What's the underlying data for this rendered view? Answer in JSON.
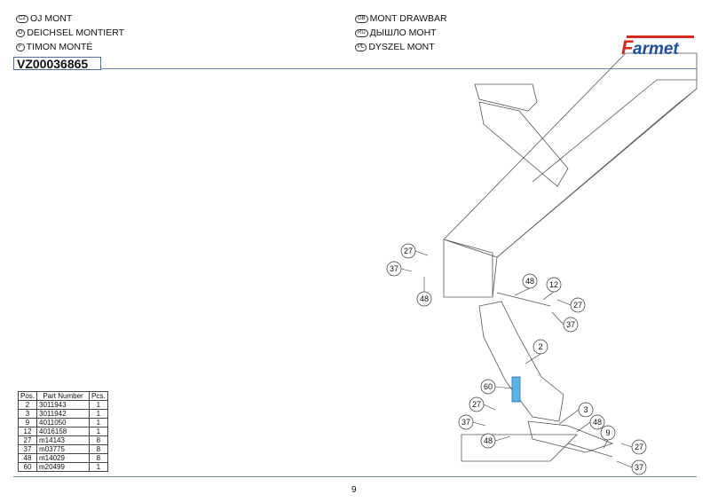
{
  "titles": {
    "cz": {
      "badge": "CZ",
      "text": "OJ MONT"
    },
    "d": {
      "badge": "D",
      "text": "DEICHSEL MONTIERT"
    },
    "f": {
      "badge": "F",
      "text": "TIMON MONTÉ"
    },
    "gb": {
      "badge": "GB",
      "text": "MONT DRAWBAR"
    },
    "ru": {
      "badge": "RU",
      "text": "ДЫШЛО МОНТ"
    },
    "pl": {
      "badge": "PL",
      "text": "DYSZEL MONT"
    }
  },
  "code": "VZ00036865",
  "logo": "Farmet",
  "table": {
    "headers": [
      "Pos.",
      "Part Number",
      "Pcs."
    ],
    "rows": [
      [
        "2",
        "3011943",
        "1"
      ],
      [
        "3",
        "3011942",
        "1"
      ],
      [
        "9",
        "4011050",
        "1"
      ],
      [
        "12",
        "4016158",
        "1"
      ],
      [
        "27",
        "m14143",
        "8"
      ],
      [
        "37",
        "m03775",
        "8"
      ],
      [
        "48",
        "m14029",
        "8"
      ],
      [
        "60",
        "m20499",
        "1"
      ]
    ]
  },
  "callouts": [
    "27",
    "37",
    "48",
    "48",
    "12",
    "27",
    "37",
    "2",
    "60",
    "27",
    "37",
    "48",
    "3",
    "48",
    "9",
    "27",
    "37"
  ],
  "page_number": "9",
  "colors": {
    "rule": "#6d8db3",
    "logo_red": "#d52b1e",
    "logo_blue": "#1f4e9a",
    "spring": "#5bb4e6"
  }
}
